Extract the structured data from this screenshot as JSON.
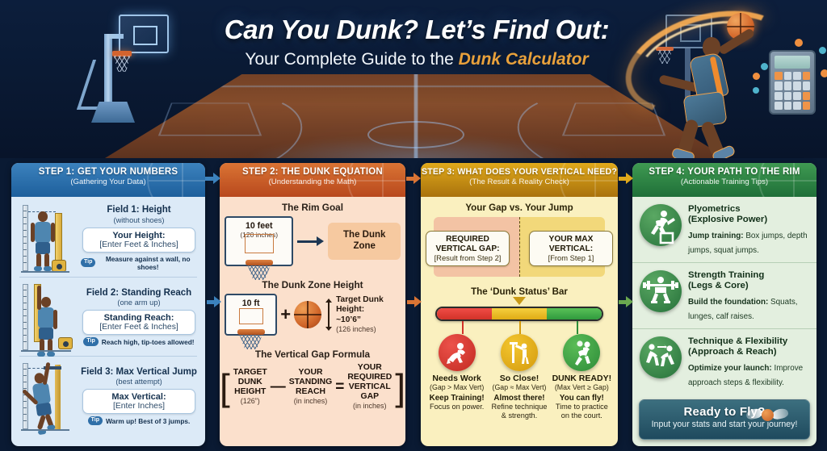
{
  "hero": {
    "title_line1": "Can You Dunk? Let’s Find Out:",
    "title_line2_plain": "Your Complete Guide to the ",
    "title_line2_accent": "Dunk Calculator",
    "accent_color": "#e9a13b"
  },
  "steps": [
    {
      "id": "step-1",
      "header": "STEP 1: GET YOUR NUMBERS",
      "subheader": "(Gathering Your Data)",
      "accent": "#2a6fae",
      "fields": [
        {
          "title": "Field 1: Height",
          "subtitle": "(without shoes)",
          "input_label": "Your Height:",
          "input_placeholder": "[Enter Feet & Inches]",
          "tip_badge": "Tip",
          "tip_text": "Measure against a wall, no shoes!"
        },
        {
          "title": "Field 2: Standing Reach",
          "subtitle": "(one arm up)",
          "input_label": "Standing Reach:",
          "input_placeholder": "[Enter Feet & Inches]",
          "tip_badge": "Tip",
          "tip_text": "Reach high, tip-toes allowed!"
        },
        {
          "title": "Field 3: Max Vertical Jump",
          "subtitle": "(best attempt)",
          "input_label": "Max Vertical:",
          "input_placeholder": "[Enter Inches]",
          "tip_badge": "Tip",
          "tip_text": "Warm up! Best of 3 jumps."
        }
      ]
    },
    {
      "id": "step-2",
      "header": "STEP 2: THE DUNK EQUATION",
      "subheader": "(Understanding the Math)",
      "accent": "#c85a24",
      "rim_goal": {
        "title": "The Rim Goal",
        "board_primary": "10 feet",
        "board_secondary": "(120 inches)",
        "result_label": "The Dunk Zone"
      },
      "dunk_zone_height": {
        "title": "The Dunk Zone Height",
        "board_label": "10 ft",
        "plus": "+",
        "target_label": "Target Dunk Height:",
        "target_value": "~10’6”",
        "target_inches": "(126 inches)"
      },
      "formula": {
        "title": "The Vertical Gap Formula",
        "term1_lines": [
          "TARGET",
          "DUNK",
          "HEIGHT"
        ],
        "term1_note": "(126”)",
        "op1": "—",
        "term2_lines": [
          "YOUR",
          "STANDING",
          "REACH"
        ],
        "term2_note": "(in inches)",
        "op2": "=",
        "term3_lines": [
          "YOUR",
          "REQUIRED",
          "VERTICAL",
          "GAP"
        ],
        "term3_note": "(in inches)"
      }
    },
    {
      "id": "step-3",
      "header": "STEP 3: WHAT DOES YOUR VERTICAL NEED?",
      "subheader": "(The Result & Reality Check)",
      "accent": "#c8940f",
      "compare": {
        "title": "Your Gap vs. Your Jump",
        "left_label": "REQUIRED VERTICAL GAP:",
        "left_value": "[Result from Step 2]",
        "right_label": "YOUR MAX VERTICAL:",
        "right_value": "[From Step 1]"
      },
      "status_bar": {
        "title": "The ‘Dunk Status’ Bar",
        "segments": [
          {
            "color": "#e03b32",
            "name": "Needs Work"
          },
          {
            "color": "#e8b71a",
            "name": "So Close!"
          },
          {
            "color": "#3fa449",
            "name": "DUNK READY!"
          }
        ],
        "marker_position_percent": 50
      },
      "statuses": [
        {
          "name": "Needs Work",
          "condition": "(Gap > Max Vert)",
          "cta": "Keep Training!",
          "desc": "Focus on power.",
          "color": "#d23229",
          "icon": "crouching-figure-icon"
        },
        {
          "name": "So Close!",
          "condition": "(Gap ≈ Max Vert)",
          "cta": "Almost there!",
          "desc": "Refine technique & strength.",
          "color": "#e0ab14",
          "icon": "measuring-figure-icon"
        },
        {
          "name": "DUNK READY!",
          "condition": "(Max Vert ≥ Gap)",
          "cta": "You can fly!",
          "desc": "Time to practice on the court.",
          "color": "#2f9a3d",
          "icon": "dunking-figure-icon"
        }
      ]
    },
    {
      "id": "step-4",
      "header": "STEP 4: YOUR PATH TO THE RIM",
      "subheader": "(Actionable Training Tips)",
      "accent": "#2f8a45",
      "tips": [
        {
          "title_line1": "Plyometrics",
          "title_line2": "(Explosive Power)",
          "lead": "Jump training:",
          "body": " Box jumps, depth jumps, squat jumps.",
          "icon": "box-jump-icon"
        },
        {
          "title_line1": "Strength Training",
          "title_line2": "(Legs & Core)",
          "lead": "Build the foundation:",
          "body": " Squats, lunges, calf raises.",
          "icon": "barbell-squat-icon"
        },
        {
          "title_line1": "Technique & Flexibility",
          "title_line2": "(Approach & Reach)",
          "lead": "Optimize your launch:",
          "body": " Improve approach steps & flexibility.",
          "icon": "stretching-figure-icon"
        }
      ],
      "cta": {
        "headline": "Ready to Fly?",
        "subline": "Input your stats and start your journey!",
        "icon": "winged-basketball-icon"
      }
    }
  ]
}
